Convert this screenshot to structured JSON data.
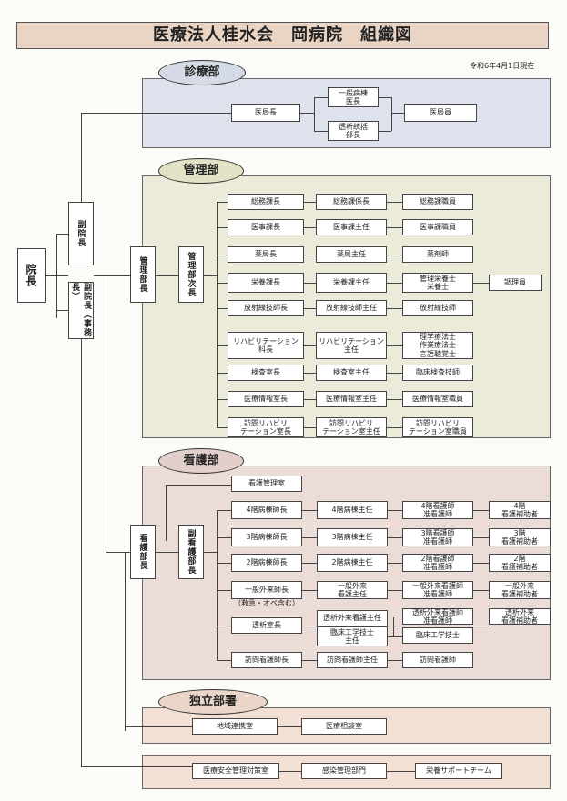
{
  "title": "医療法人桂水会　岡病院　組織図",
  "date": "令和6年4月1日現在",
  "head": {
    "director": "院長",
    "vice_director": "副院長",
    "vice_director_admin": "副院長（事務長）"
  },
  "medical": {
    "name": "診療部",
    "chief": "医局長",
    "ward_doctor": "一般病棟\n医長",
    "dialysis_director": "透析統括\n部長",
    "staff": "医局員"
  },
  "admin": {
    "name": "管理部",
    "head": "管理部長",
    "deputy": "管理部次長",
    "rows": [
      [
        "総務課長",
        "総務課係長",
        "総務課職員",
        ""
      ],
      [
        "医事課長",
        "医事課主任",
        "医事課職員",
        ""
      ],
      [
        "薬局長",
        "薬局主任",
        "薬剤師",
        ""
      ],
      [
        "栄養課長",
        "栄養課主任",
        "管理栄養士\n栄養士",
        "調理員"
      ],
      [
        "放射線技師長",
        "放射線技師主任",
        "放射線技師",
        ""
      ],
      [
        "リハビリテーション\n科長",
        "リハビリテーション\n主任",
        "理学療法士\n作業療法士\n言語聴覚士",
        ""
      ],
      [
        "検査室長",
        "検査室主任",
        "臨床検査技師",
        ""
      ],
      [
        "医療情報室長",
        "医療情報室主任",
        "医療情報室職員",
        ""
      ],
      [
        "訪問リハビリ\nテーション室長",
        "訪問リハビリ\nテーション室主任",
        "訪問リハビリ\nテーション室職員",
        ""
      ]
    ]
  },
  "nursing": {
    "name": "看護部",
    "head": "看護部長",
    "deputy": "副看護部長",
    "office": "看護管理室",
    "rows": [
      [
        "4階病棟師長",
        "4階病棟主任",
        "4階看護師\n准看護師",
        "4階\n看護補助者"
      ],
      [
        "3階病棟師長",
        "3階病棟主任",
        "3階看護師\n准看護師",
        "3階\n看護補助者"
      ],
      [
        "2階病棟師長",
        "2階病棟主任",
        "2階看護師\n准看護師",
        "2階\n看護補助者"
      ],
      [
        "一般外来師長",
        "一般外来\n看護主任",
        "一般外来看護師\n准看護師",
        "一般外来\n看護補助者"
      ],
      [
        "透析室長",
        "透析外来看護主任",
        "透析外来看護師\n准看護師",
        "透析外来\n看護補助者"
      ],
      [
        "訪問看護師長",
        "訪問看護師主任",
        "訪問看護師",
        ""
      ]
    ],
    "emergency_note": "（救急・オペ含む）",
    "clinical_chief": "臨床工学技士\n主任",
    "clinical_tech": "臨床工学技士"
  },
  "independent": {
    "name": "独立部署",
    "items": [
      "地域連携室",
      "医療相談室"
    ]
  },
  "committees": [
    "医療安全管理対策室",
    "感染管理部門",
    "栄養サポートチーム"
  ]
}
